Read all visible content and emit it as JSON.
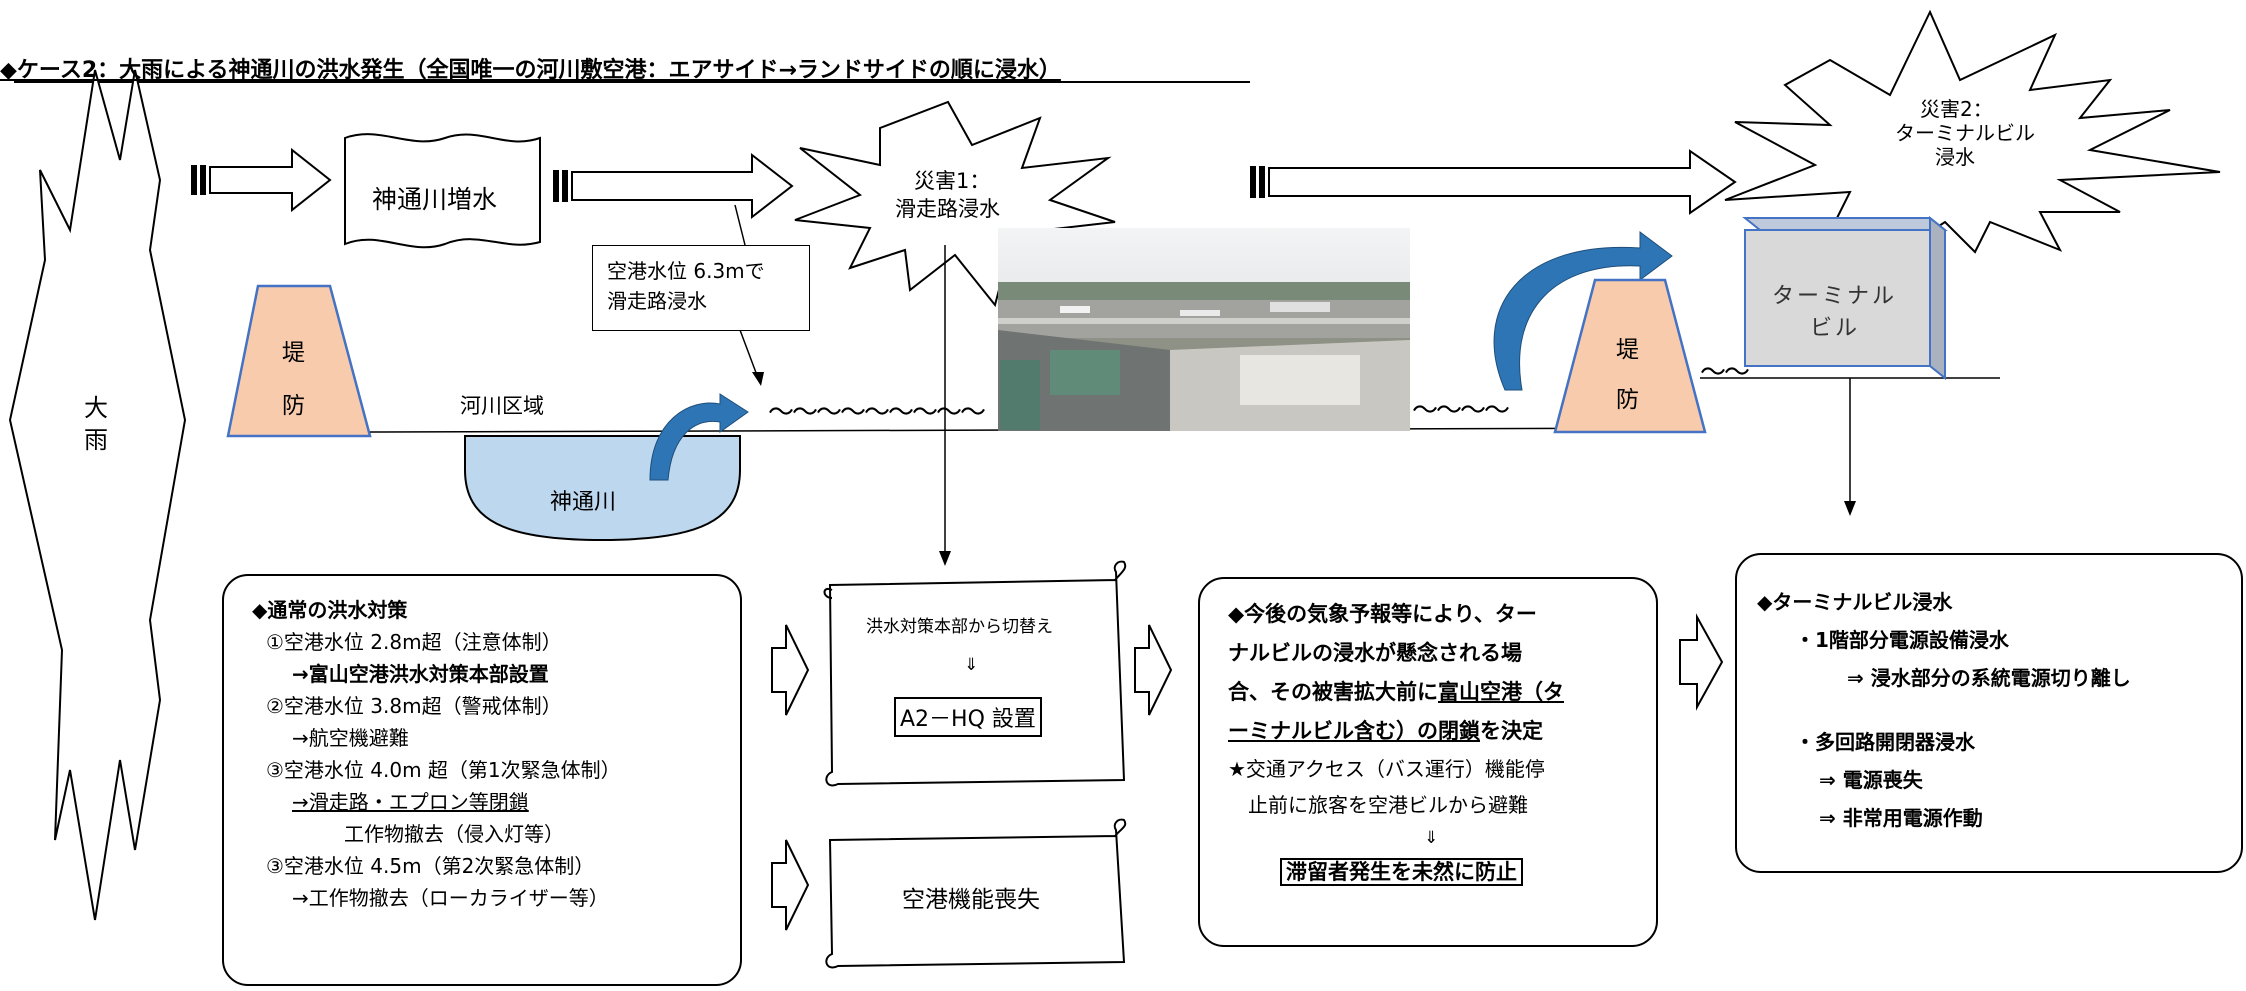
{
  "header": {
    "title": "◆ケース2：大雨による神通川の洪水発生（全国唯一の河川敷空港：エアサイド→ランドサイドの順に浸水）"
  },
  "rain": {
    "label_1": "大",
    "label_2": "雨"
  },
  "river_rise": {
    "label": "神通川増水"
  },
  "callout_water_level": {
    "line1": "空港水位 6.3mで",
    "line2": "滑走路浸水"
  },
  "disaster1": {
    "line1": "災害1：",
    "line2": "滑走路浸水"
  },
  "disaster2": {
    "line1": "災害2：",
    "line2": "ターミナルビル",
    "line3": "浸水"
  },
  "levee": {
    "char1": "堤",
    "char2": "防"
  },
  "river_area": {
    "label": "河川区域"
  },
  "river": {
    "label": "神通川"
  },
  "water_tilde": {
    "left": "～～～～～～～～～",
    "right": "～～～～",
    "far_right": "～～"
  },
  "terminal": {
    "line1": "ターミナル",
    "line2": "ビル"
  },
  "normal_measures": {
    "heading": "◆通常の洪水対策",
    "l1": "①空港水位 2.8m超（注意体制）",
    "l2": "→富山空港洪水対策本部設置",
    "l3": "②空港水位 3.8m超（警戒体制）",
    "l4": "→航空機避難",
    "l5": "③空港水位 4.0m 超（第1次緊急体制）",
    "l6": "→滑走路・エプロン等閉鎖",
    "l7": "工作物撤去（侵入灯等）",
    "l8": "③空港水位 4.5m（第2次緊急体制）",
    "l9": "→工作物撤去（ローカライザー等）"
  },
  "scroll_hq": {
    "line1": "洪水対策本部から切替え",
    "arrow": "⇓",
    "line3": "A2－HQ 設置"
  },
  "scroll_loss": {
    "label": "空港機能喪失"
  },
  "decision": {
    "l1": "◆今後の気象予報等により、ター",
    "l2": "ナルビルの浸水が懸念される場",
    "l3a": "合、その被害拡大前に",
    "l3b": "富山空港（タ",
    "l4a": "ーミナルビル含む）の閉鎖",
    "l4b": "を決定",
    "l5": "★交通アクセス（バス運行）機能停",
    "l6": "止前に旅客を空港ビルから避難",
    "arrow": "⇓",
    "l8": "滞留者発生を未然に防止"
  },
  "terminal_flood": {
    "heading": "◆ターミナルビル浸水",
    "l1": "・1階部分電源設備浸水",
    "l2": "⇒  浸水部分の系統電源切り離し",
    "l3": "・多回路開閉器浸水",
    "l4": "⇒  電源喪失",
    "l5": "⇒  非常用電源作動"
  },
  "colors": {
    "levee_fill": "#f8cbad",
    "river_fill": "#bdd7ee",
    "curved_arrow": "#2e75b6",
    "terminal_fill": "#d9d9d9",
    "terminal_edge": "#4472c4"
  }
}
